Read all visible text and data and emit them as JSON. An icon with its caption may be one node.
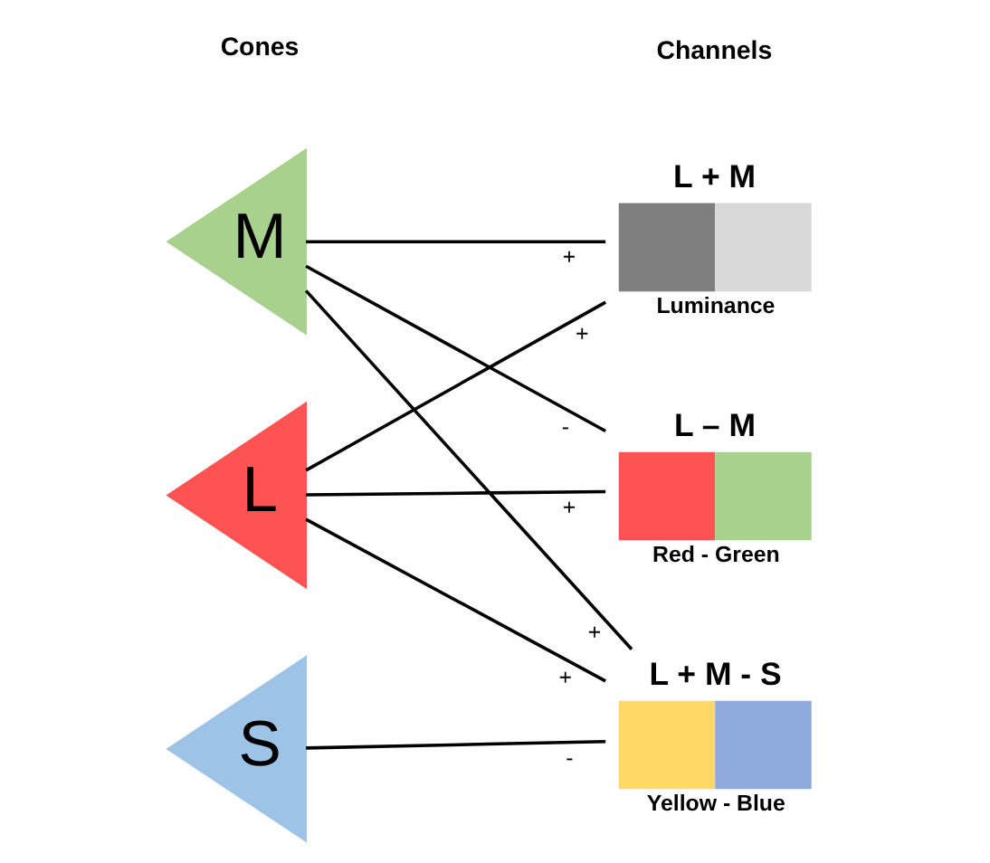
{
  "diagram": {
    "nodes": [
      {
        "text": [
          "L"
        ]
      },
      {
        "text": [
          "M"
        ]
      },
      {
        "text": [
          "S"
        ]
      },
      {
        "text": [
          "L – M",
          "Red - Green"
        ]
      },
      {
        "text": [
          "L + M - S",
          "Yellow - Blue"
        ]
      },
      {
        "text": [
          "L + M",
          "Luminance"
        ]
      }
    ],
    "edges": [
      {
        "from": 0,
        "to": 3,
        "arrow": "none",
        "label": "+"
      },
      {
        "from": 0,
        "to": 4,
        "arrow": "none",
        "label": "+"
      },
      {
        "from": 0,
        "to": 5,
        "arrow": "none",
        "label": "+"
      },
      {
        "from": 1,
        "to": 3,
        "arrow": "none",
        "label": "-"
      },
      {
        "from": 1,
        "to": 4,
        "arrow": "none",
        "label": "+"
      },
      {
        "from": 1,
        "to": 5,
        "arrow": "none",
        "label": "+"
      },
      {
        "from": 2,
        "to": 4,
        "arrow": "none",
        "label": "-"
      }
    ],
    "labels": [
      "Cones",
      "Channels"
    ]
  }
}
